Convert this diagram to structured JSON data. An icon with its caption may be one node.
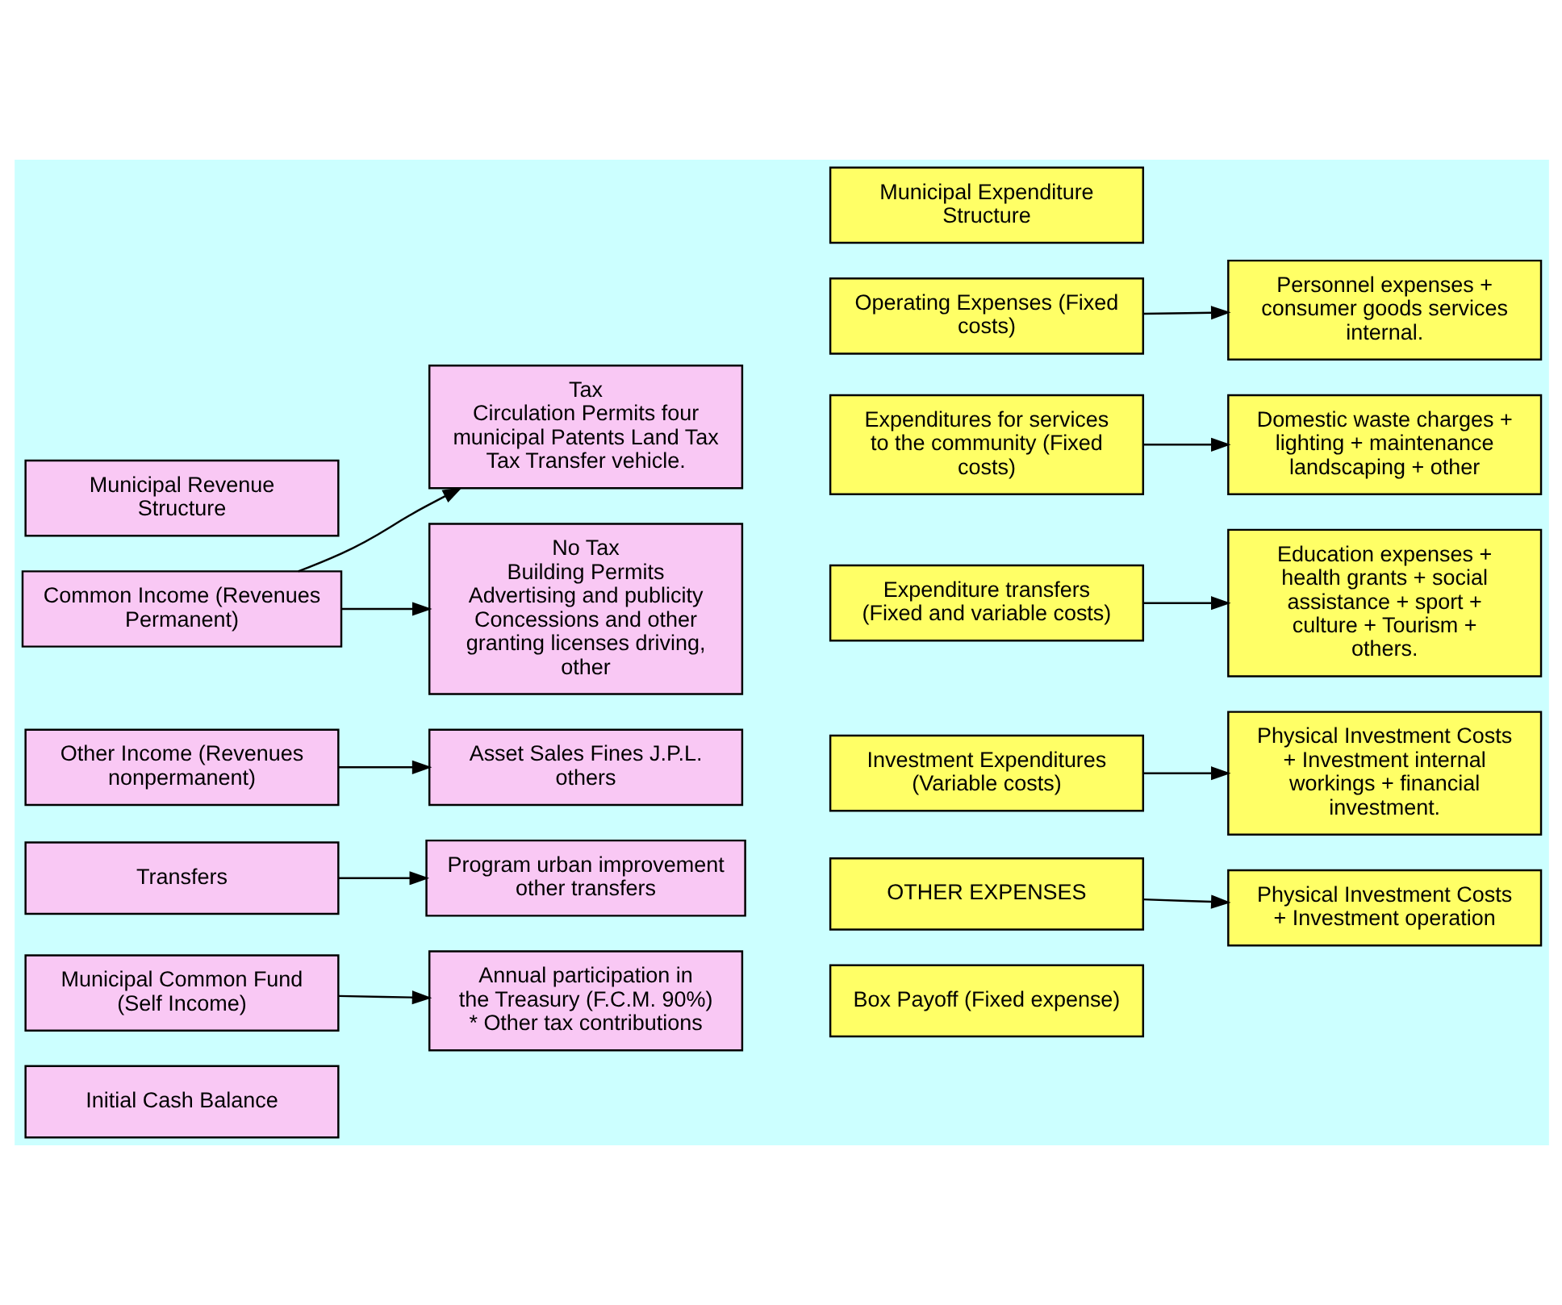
{
  "diagram": {
    "nodes": [
      {
        "text": [
          "Municipal Revenue Structure"
        ]
      },
      {
        "text": [
          "Municipal Expenditure Structure"
        ]
      },
      {
        "text": [
          "Common Income (Revenues Permanent)"
        ]
      },
      {
        "text": [
          "Tax",
          "Circulation Permits four municipal Patents Land Tax Tax Transfer vehicle."
        ]
      },
      {
        "text": [
          "No Tax",
          "Building Permits Advertising and publicity Concessions and other granting licenses driving, other"
        ]
      },
      {
        "text": [
          "Other Income (Revenues nonpermanent)"
        ]
      },
      {
        "text": [
          "Asset Sales Fines J.P.L. others"
        ]
      },
      {
        "text": [
          "Transfers"
        ]
      },
      {
        "text": [
          "Program urban improvement other transfers"
        ]
      },
      {
        "text": [
          "Municipal Common Fund (Self Income)"
        ]
      },
      {
        "text": [
          "Annual participation in the Treasury (F.C.M. 90%) * Other tax contributions"
        ]
      },
      {
        "text": [
          "Initial Cash Balance"
        ]
      },
      {
        "text": [
          "Operating Expenses (Fixed costs)"
        ]
      },
      {
        "text": [
          "Personnel expenses + consumer goods services internal."
        ]
      },
      {
        "text": [
          "Expenditures for services to the community (Fixed costs)"
        ]
      },
      {
        "text": [
          "Domestic waste charges + lighting + maintenance landscaping + other"
        ]
      },
      {
        "text": [
          "Expenditure transfers (Fixed and variable costs)"
        ]
      },
      {
        "text": [
          "Education expenses + health grants + social assistance + sport + culture + Tourism + others."
        ]
      },
      {
        "text": [
          "Investment Expenditures (Variable costs)"
        ]
      },
      {
        "text": [
          "Physical Investment Costs + Investment internal workings + financial investment."
        ]
      },
      {
        "text": [
          "OTHER EXPENSES"
        ]
      },
      {
        "text": [
          "Physical Investment Costs + Investment operation"
        ]
      },
      {
        "text": [
          "Box Payoff (Fixed expense)"
        ]
      }
    ],
    "edges": [
      {
        "from": 2,
        "to": 3,
        "arrow": "to"
      },
      {
        "from": 2,
        "to": 4,
        "arrow": "to"
      },
      {
        "from": 5,
        "to": 6,
        "arrow": "to"
      },
      {
        "from": 7,
        "to": 8,
        "arrow": "to"
      },
      {
        "from": 9,
        "to": 10,
        "arrow": "to"
      },
      {
        "from": 12,
        "to": 13,
        "arrow": "to"
      },
      {
        "from": 14,
        "to": 15,
        "arrow": "to"
      },
      {
        "from": 16,
        "to": 17,
        "arrow": "to"
      },
      {
        "from": 18,
        "to": 19,
        "arrow": "to"
      },
      {
        "from": 20,
        "to": 21,
        "arrow": "to"
      }
    ]
  }
}
